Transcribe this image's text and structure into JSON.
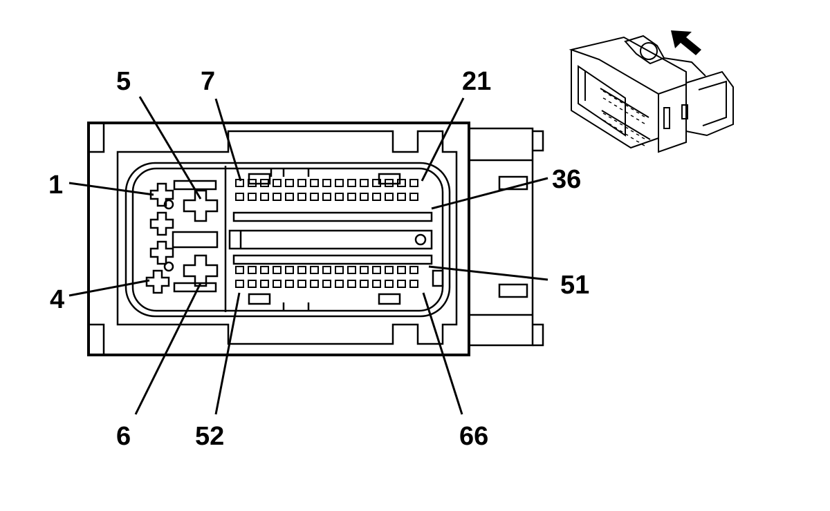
{
  "callouts": [
    {
      "id": "pin-1",
      "text": "1"
    },
    {
      "id": "pin-5",
      "text": "5"
    },
    {
      "id": "pin-7",
      "text": "7"
    },
    {
      "id": "pin-21",
      "text": "21"
    },
    {
      "id": "pin-36",
      "text": "36"
    },
    {
      "id": "pin-51",
      "text": "51"
    },
    {
      "id": "pin-4",
      "text": "4"
    },
    {
      "id": "pin-6",
      "text": "6"
    },
    {
      "id": "pin-52",
      "text": "52"
    },
    {
      "id": "pin-66",
      "text": "66"
    }
  ],
  "colors": {
    "line": "#000000",
    "background": "#ffffff"
  },
  "icons": {
    "insertion-arrow": "arrow-up-left-icon"
  }
}
